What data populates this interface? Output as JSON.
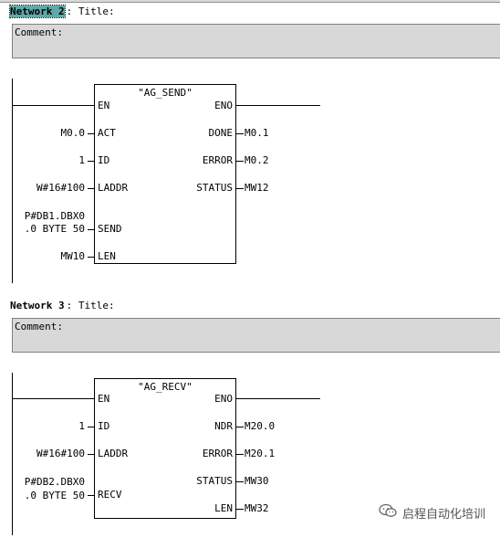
{
  "network2": {
    "label": "Network 2",
    "title_label": ": Title:",
    "comment_label": "Comment:",
    "block": {
      "name": "\"AG_SEND\"",
      "en": "EN",
      "eno": "ENO",
      "inputs": [
        {
          "pin": "ACT",
          "value": "M0.0"
        },
        {
          "pin": "ID",
          "value": "1"
        },
        {
          "pin": "LADDR",
          "value": "W#16#100"
        },
        {
          "pin": "SEND",
          "value_line1": "P#DB1.DBX0",
          "value_line2": ".0 BYTE 50"
        },
        {
          "pin": "LEN",
          "value": "MW10"
        }
      ],
      "outputs": [
        {
          "pin": "DONE",
          "value": "M0.1"
        },
        {
          "pin": "ERROR",
          "value": "M0.2"
        },
        {
          "pin": "STATUS",
          "value": "MW12"
        }
      ]
    }
  },
  "network3": {
    "label": "Network 3",
    "title_label": ": Title:",
    "comment_label": "Comment:",
    "block": {
      "name": "\"AG_RECV\"",
      "en": "EN",
      "eno": "ENO",
      "inputs": [
        {
          "pin": "ID",
          "value": "1"
        },
        {
          "pin": "LADDR",
          "value": "W#16#100"
        },
        {
          "pin": "RECV",
          "value_line1": "P#DB2.DBX0",
          "value_line2": ".0 BYTE 50"
        }
      ],
      "outputs": [
        {
          "pin": "NDR",
          "value": "M20.0"
        },
        {
          "pin": "ERROR",
          "value": "M20.1"
        },
        {
          "pin": "STATUS",
          "value": "MW30"
        },
        {
          "pin": "LEN",
          "value": "MW32"
        }
      ]
    }
  },
  "watermark": {
    "icon": "wechat-icon",
    "text": "启程自动化培训"
  }
}
